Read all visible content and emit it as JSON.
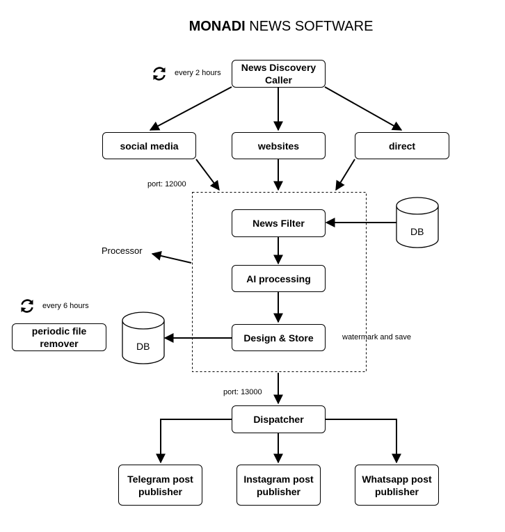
{
  "title": {
    "bold": "MONADI",
    "rest": " NEWS SOFTWARE"
  },
  "nodes": {
    "caller": "News Discovery Caller",
    "social_media": "social media",
    "websites": "websites",
    "direct": "direct",
    "news_filter": "News Filter",
    "ai_processing": "AI processing",
    "design_store": "Design & Store",
    "dispatcher": "Dispatcher",
    "telegram": "Telegram post publisher",
    "instagram": "Instagram post publisher",
    "whatsapp": "Whatsapp post publisher",
    "file_remover": "periodic file remover"
  },
  "databases": {
    "db_right": "DB",
    "db_left": "DB"
  },
  "labels": {
    "every_2_hours": "every 2 hours",
    "every_6_hours": "every 6 hours",
    "port_12000": "port: 12000",
    "port_13000": "port: 13000",
    "processor": "Processor",
    "watermark": "watermark and save"
  },
  "icons": {
    "refresh": "refresh-icon"
  },
  "colors": {
    "line": "#000000",
    "background": "#ffffff"
  }
}
